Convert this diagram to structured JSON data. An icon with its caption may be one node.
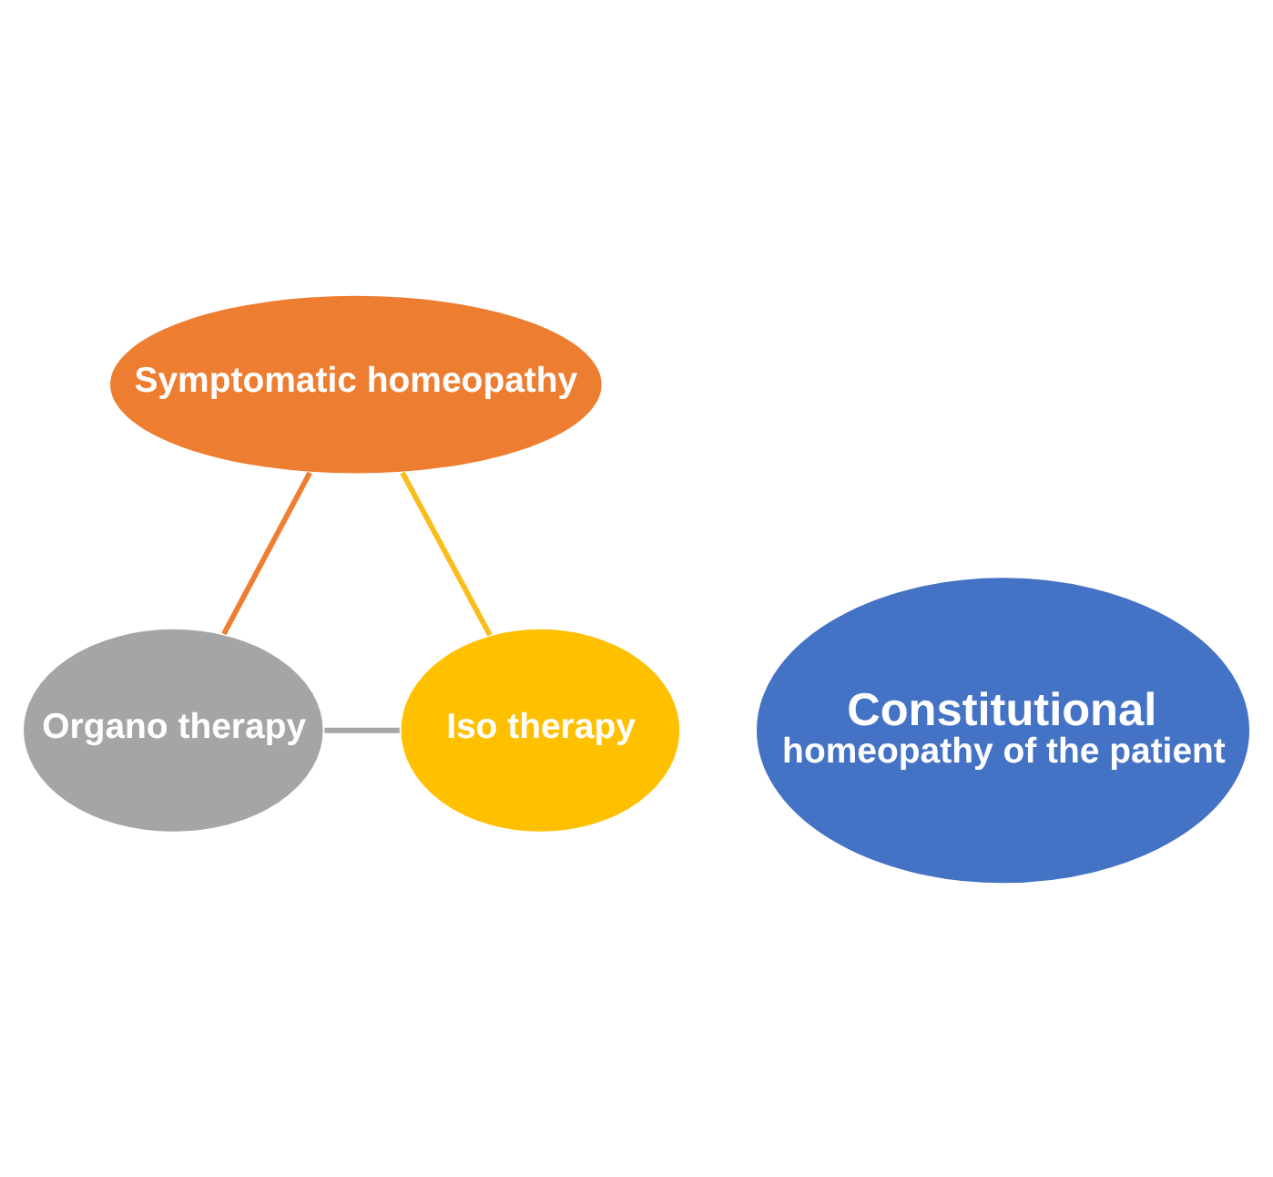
{
  "diagram": {
    "nodes": [
      {
        "text": [
          "Symptomatic homeopathy"
        ]
      },
      {
        "text": [
          "Constitutional",
          "homeopathy of the patient"
        ]
      },
      {
        "text": [
          "Iso therapy"
        ]
      },
      {
        "text": [
          "Organo therapy"
        ]
      }
    ],
    "edges": [
      {
        "from": 0,
        "to": 3,
        "arrow": "none",
        "color": "#ef7f30"
      },
      {
        "from": 3,
        "to": 2,
        "arrow": "none",
        "color": "#a6a6a6"
      },
      {
        "from": 2,
        "to": 0,
        "arrow": "none",
        "color": "#fbbd1c"
      }
    ]
  }
}
